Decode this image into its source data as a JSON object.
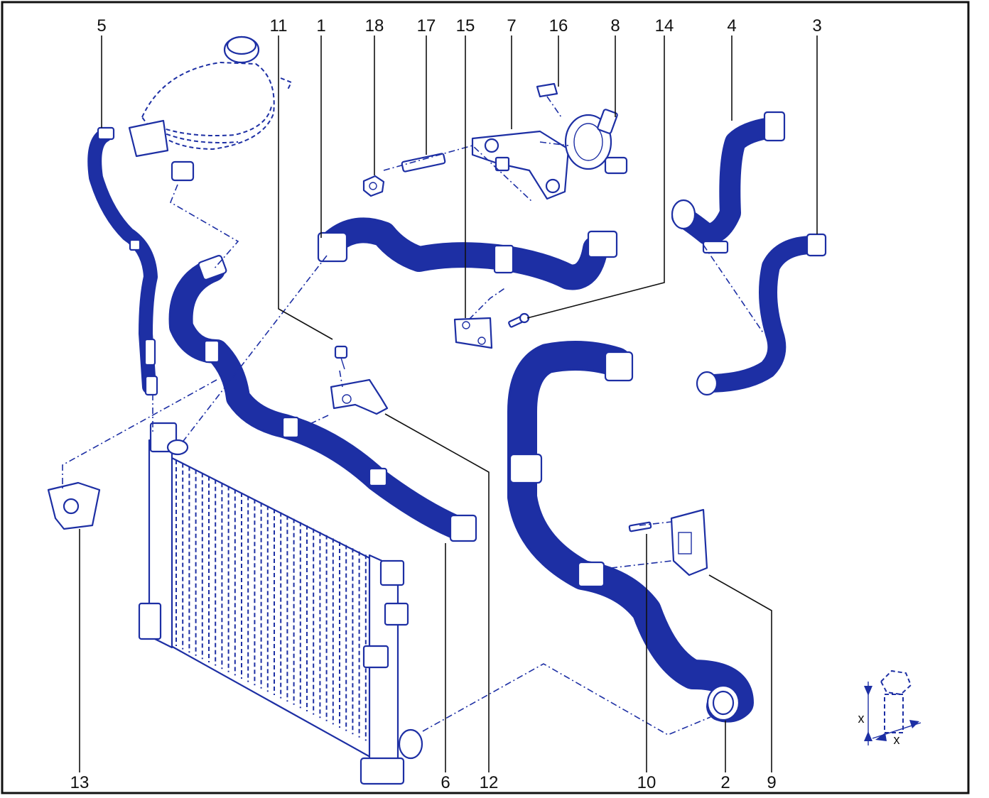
{
  "callouts": [
    {
      "id": "c5",
      "label": "5"
    },
    {
      "id": "c11",
      "label": "11"
    },
    {
      "id": "c1",
      "label": "1"
    },
    {
      "id": "c18",
      "label": "18"
    },
    {
      "id": "c17",
      "label": "17"
    },
    {
      "id": "c15",
      "label": "15"
    },
    {
      "id": "c7",
      "label": "7"
    },
    {
      "id": "c16",
      "label": "16"
    },
    {
      "id": "c8",
      "label": "8"
    },
    {
      "id": "c14",
      "label": "14"
    },
    {
      "id": "c4",
      "label": "4"
    },
    {
      "id": "c3",
      "label": "3"
    },
    {
      "id": "c13",
      "label": "13"
    },
    {
      "id": "c6",
      "label": "6"
    },
    {
      "id": "c12",
      "label": "12"
    },
    {
      "id": "c10",
      "label": "10"
    },
    {
      "id": "c2",
      "label": "2"
    },
    {
      "id": "c9",
      "label": "9"
    }
  ],
  "dimension_marks": {
    "height": "x",
    "diameter": "x"
  },
  "colors": {
    "line_art": "#1d2fa4",
    "leader": "#111111",
    "frame": "#111111",
    "background": "#ffffff"
  }
}
